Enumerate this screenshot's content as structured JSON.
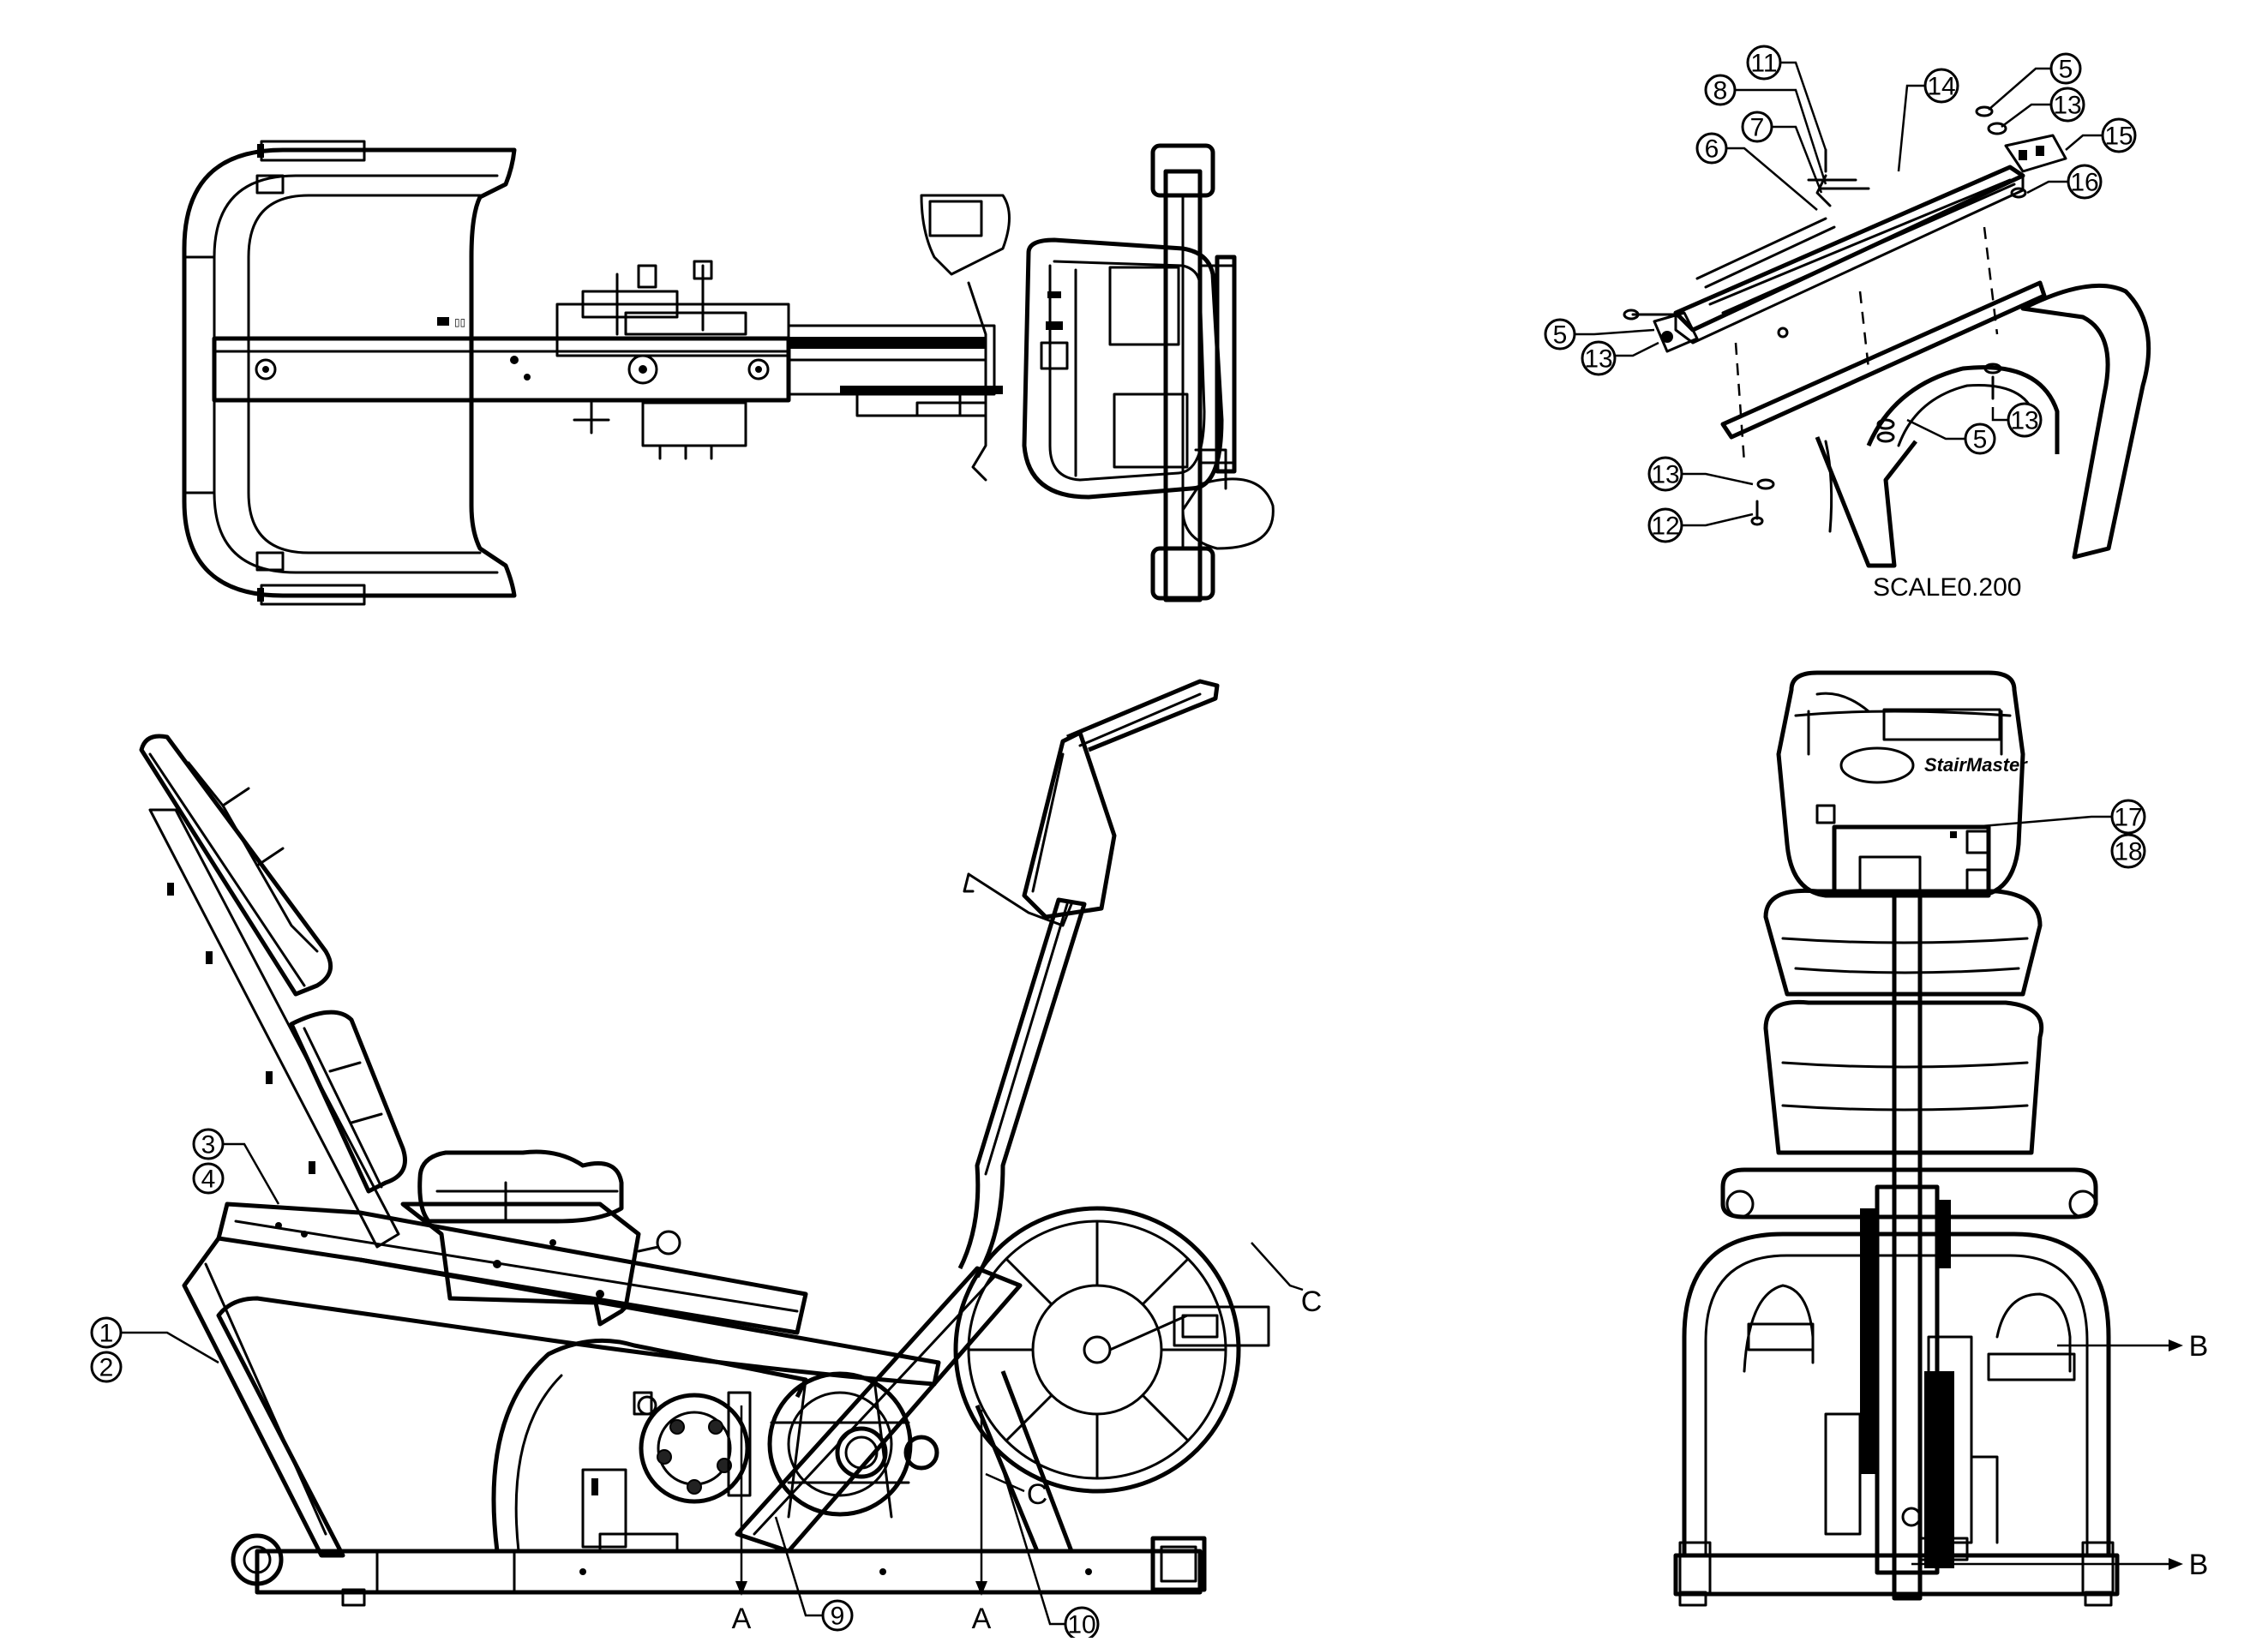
{
  "scale_note": "SCALE0.200",
  "brand_logo_text": "StairMaster",
  "callouts": {
    "c1": "1",
    "c2": "2",
    "c3": "3",
    "c4": "4",
    "c5a": "5",
    "c5b": "5",
    "c5c": "5",
    "c6": "6",
    "c7": "7",
    "c8": "8",
    "c9": "9",
    "c10": "10",
    "c11": "11",
    "c12": "12",
    "c13a": "13",
    "c13b": "13",
    "c13c": "13",
    "c13d": "13",
    "c14": "14",
    "c15": "15",
    "c16": "16",
    "c17": "17",
    "c18": "18"
  },
  "section_markers": {
    "a_left": "A",
    "a_right": "A",
    "b_top": "B",
    "b_bottom": "B",
    "c_top": "C",
    "c_bottom": "C"
  }
}
